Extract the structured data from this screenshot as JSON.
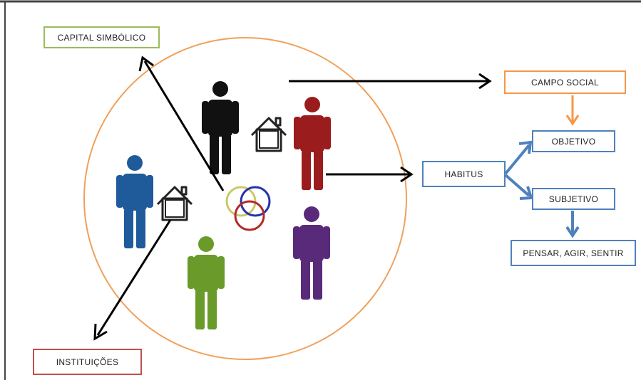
{
  "labels": {
    "capital_simbolico": "CAPITAL SIMBÓLICO",
    "campo_social": "CAMPO SOCIAL",
    "habitus": "HABITUS",
    "objetivo": "OBJETIVO",
    "subjetivo": "SUBJETIVO",
    "pensar_agir_sentir": "PENSAR, AGIR, SENTIR",
    "instituicoes": "INSTITUIÇÕES"
  },
  "colors": {
    "circle": "#f0a05a",
    "person_black": "#111111",
    "person_red": "#9a1c1c",
    "person_blue": "#1f5a9a",
    "person_green": "#6a9a2a",
    "person_purple": "#5a2a7a",
    "arrow_black": "#000000",
    "arrow_blue": "#4f81bd",
    "arrow_orange": "#f79646",
    "ring_yellow": "#c9c96a",
    "ring_blue": "#2233aa",
    "ring_red": "#b02a2a"
  }
}
